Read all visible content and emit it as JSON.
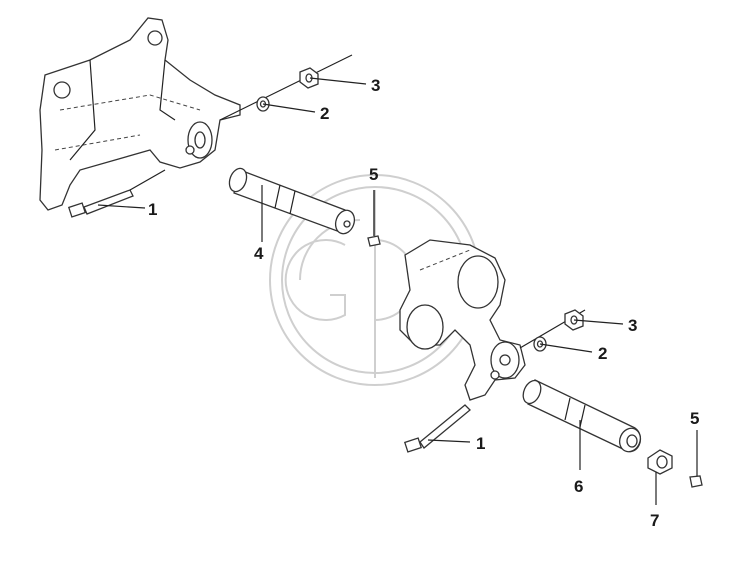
{
  "diagram": {
    "callouts": [
      {
        "id": "c1a",
        "text": "1"
      },
      {
        "id": "c2a",
        "text": "2"
      },
      {
        "id": "c3a",
        "text": "3"
      },
      {
        "id": "c4",
        "text": "4"
      },
      {
        "id": "c5a",
        "text": "5"
      },
      {
        "id": "c1b",
        "text": "1"
      },
      {
        "id": "c2b",
        "text": "2"
      },
      {
        "id": "c3b",
        "text": "3"
      },
      {
        "id": "c5b",
        "text": "5"
      },
      {
        "id": "c6",
        "text": "6"
      },
      {
        "id": "c7",
        "text": "7"
      }
    ]
  }
}
